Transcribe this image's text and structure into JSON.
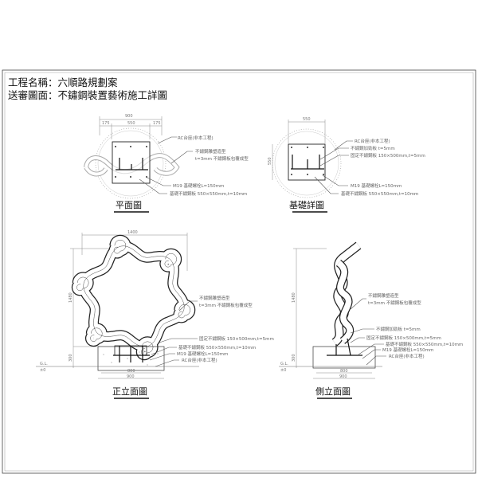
{
  "header": {
    "project_line": "工程名稱：六順路規劃案",
    "drawing_line": "送審圖面：不鏽鋼裝置藝術施工詳圖"
  },
  "plan_view": {
    "title": "平面圖",
    "dims": {
      "total": "900",
      "left": "175",
      "mid": "550",
      "right": "175"
    },
    "labels": {
      "rc": "RC台座(非本工程)",
      "sculpture": "不鏽鋼雕塑造型",
      "cladding": "t=3mm 不鏽鋼板包覆成型",
      "bolt": "M19 基礎螺栓L=150mm",
      "base_plate": "基礎不鏽鋼板 550×550mm,t=10mm"
    }
  },
  "foundation_detail": {
    "title": "基礎詳圖",
    "dims": {
      "width": "550",
      "height": "550"
    },
    "labels": {
      "rc": "RC台座(非本工程)",
      "stiffener": "不鏽鋼加勁板 t=5mm",
      "fix_plate": "固定不鏽鋼板 150×500mm,t=5mm",
      "bolt": "M19 基礎螺栓L=150mm",
      "base_plate": "基礎不鏽鋼板 550×550mm,t=10mm"
    }
  },
  "front_elevation": {
    "title": "正立面圖",
    "dims": {
      "width": "1400",
      "height": "1480",
      "base_height": "300",
      "base_width": "900",
      "inner": "800",
      "gl": "G.L.",
      "gl_sub": "±0"
    },
    "labels": {
      "sculpture": "不鏽鋼雕塑造型",
      "cladding": "t=3mm 不鏽鋼板包覆成型",
      "fix_plate": "固定不鏽鋼板 150×500mm,t=5mm",
      "base_plate": "基礎不鏽鋼板 550×550mm,t=10mm",
      "bolt": "M19 基礎螺栓L=150mm",
      "rc": "RC台座(非本工程)"
    }
  },
  "side_elevation": {
    "title": "側立面圖",
    "dims": {
      "height": "1480",
      "base_height": "300",
      "base_width": "900",
      "inner": "800",
      "gl": "G.L.",
      "gl_sub": "±0"
    },
    "labels": {
      "sculpture": "不鏽鋼雕塑造型",
      "cladding": "t=3mm 不鏽鋼板包覆成型",
      "stiffener": "不鏽鋼加勁板 t=5mm",
      "fix_plate": "固定不鏽鋼板 150×500mm,t=5mm",
      "base_plate": "基礎不鏽鋼板 550×550mm,t=10mm",
      "bolt": "M19 基礎螺栓L=150mm",
      "rc": "RC台座(非本工程)"
    }
  }
}
